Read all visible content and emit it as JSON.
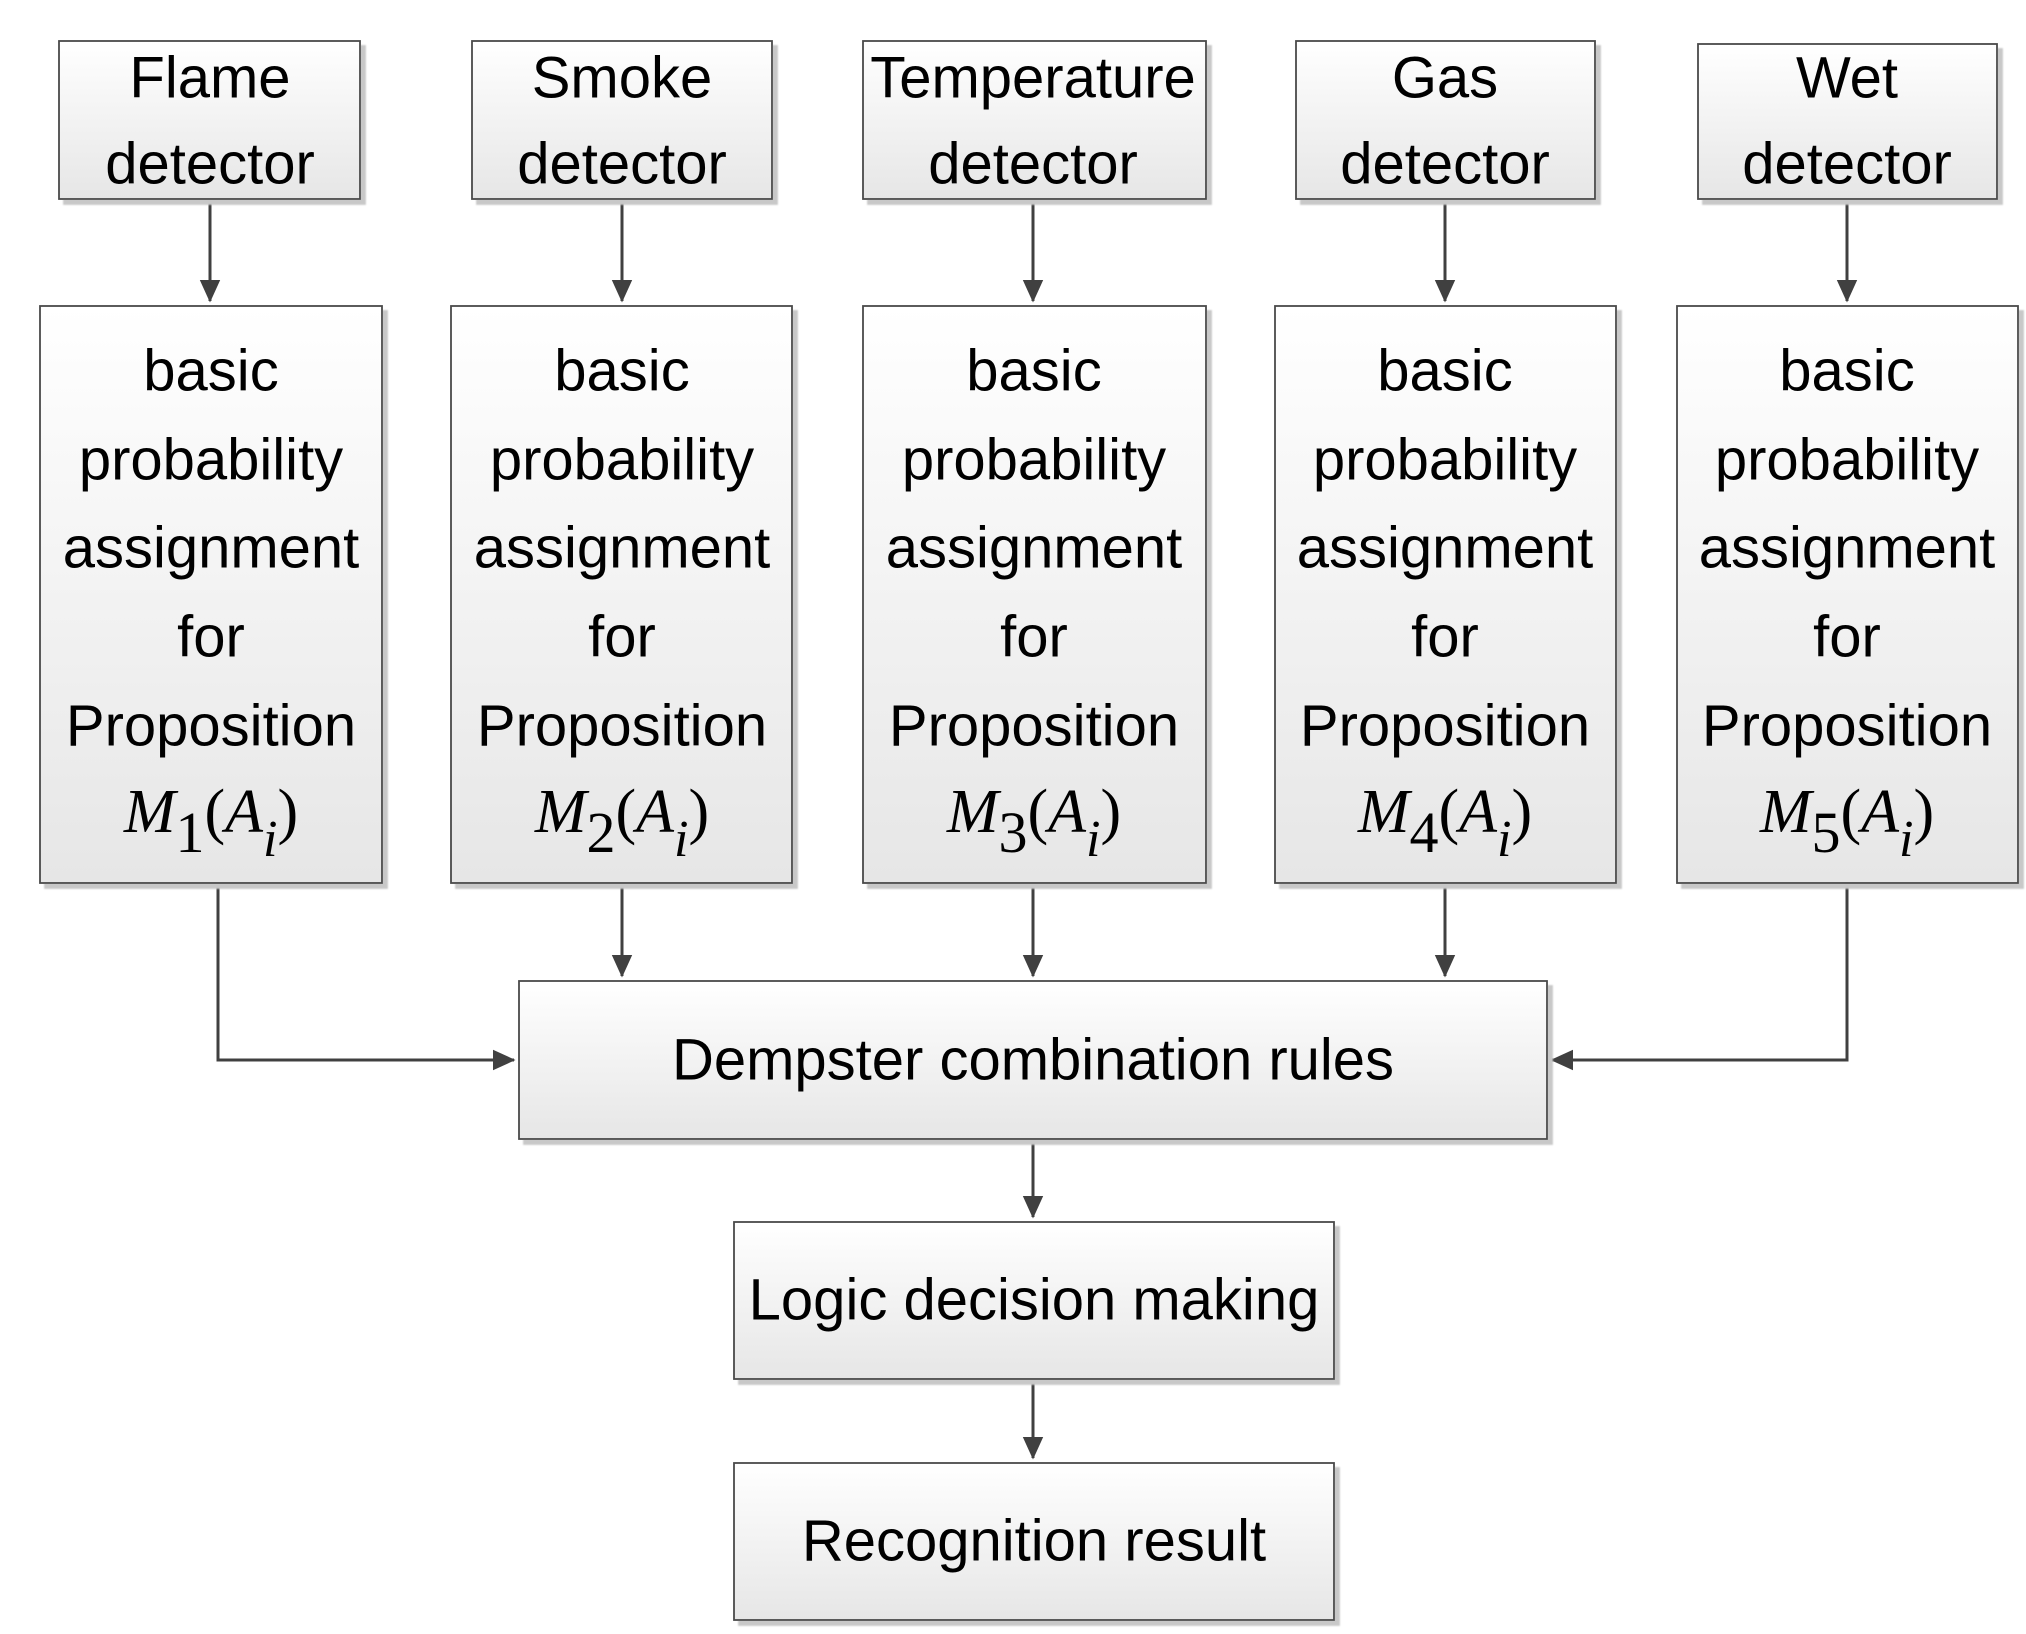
{
  "detectors": [
    {
      "line1": "Flame",
      "line2": "detector"
    },
    {
      "line1": "Smoke",
      "line2": "detector"
    },
    {
      "line1": "Temperature",
      "line2": "detector"
    },
    {
      "line1": "Gas",
      "line2": "detector"
    },
    {
      "line1": "Wet",
      "line2": "detector"
    }
  ],
  "bpa_boxes": [
    {
      "lines": [
        "basic",
        "probability",
        "assignment",
        "for",
        "Proposition"
      ],
      "formula": {
        "symbol": "M",
        "index": "1",
        "open": "(",
        "arg": "A",
        "sub": "i",
        "close": ")"
      }
    },
    {
      "lines": [
        "basic",
        "probability",
        "assignment",
        "for",
        "Proposition"
      ],
      "formula": {
        "symbol": "M",
        "index": "2",
        "open": "(",
        "arg": "A",
        "sub": "i",
        "close": ")"
      }
    },
    {
      "lines": [
        "basic",
        "probability",
        "assignment",
        "for",
        "Proposition"
      ],
      "formula": {
        "symbol": "M",
        "index": "3",
        "open": "(",
        "arg": "A",
        "sub": "i",
        "close": ")"
      }
    },
    {
      "lines": [
        "basic",
        "probability",
        "assignment",
        "for",
        "Proposition"
      ],
      "formula": {
        "symbol": "M",
        "index": "4",
        "open": "(",
        "arg": "A",
        "sub": "i",
        "close": ")"
      }
    },
    {
      "lines": [
        "basic",
        "probability",
        "assignment",
        "for",
        "Proposition"
      ],
      "formula": {
        "symbol": "M",
        "index": "5",
        "open": "(",
        "arg": "A",
        "sub": "i",
        "close": ")"
      }
    }
  ],
  "dempster": {
    "label": "Dempster combination rules"
  },
  "decision": {
    "label": "Logic decision making"
  },
  "result": {
    "label": "Recognition result"
  },
  "style": {
    "box_fill_top": "#ffffff",
    "box_fill_bottom": "#e6e6e6",
    "stroke": "#404040",
    "text": "#000000"
  }
}
